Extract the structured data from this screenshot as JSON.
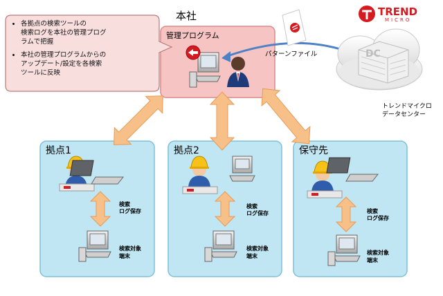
{
  "callout": {
    "items": [
      "各拠点の検索ツールの\n検索ログを本社の管理プログ\nラムで把握",
      "本社の管理プログラムからの\nアップデート/設定を各検索\nツールに反映"
    ]
  },
  "hq": {
    "label": "本社",
    "mgmt_label": "管理プログラム"
  },
  "pattern_file": {
    "label": "パターンファイル"
  },
  "datacenter": {
    "badge": "DC",
    "label_line1": "トレンドマイクロ",
    "label_line2": "データセンター"
  },
  "logo": {
    "line1": "TREND",
    "line2": "MICRO"
  },
  "sites": [
    {
      "title": "拠点1",
      "log_line1": "検索",
      "log_line2": "ログ保存",
      "target_line1": "検索対象",
      "target_line2": "端末"
    },
    {
      "title": "拠点2",
      "log_line1": "検索",
      "log_line2": "ログ保存",
      "target_line1": "検索対象",
      "target_line2": "端末"
    },
    {
      "title": "保守先",
      "log_line1": "検索",
      "log_line2": "ログ保存",
      "target_line1": "検索対象",
      "target_line2": "端末"
    }
  ],
  "colors": {
    "hq_fill": "#f7c4c4",
    "hq_stroke": "#d98a8a",
    "site_fill": "#bfe6f2",
    "site_stroke": "#7fc0d6",
    "arrow_fill": "#f8c089",
    "arrow_stroke": "#e89a55",
    "callout_fill": "#f9dede",
    "callout_stroke": "#b97b7b",
    "pattern_arrow": "#4e82c4",
    "logo_red": "#d71920"
  }
}
